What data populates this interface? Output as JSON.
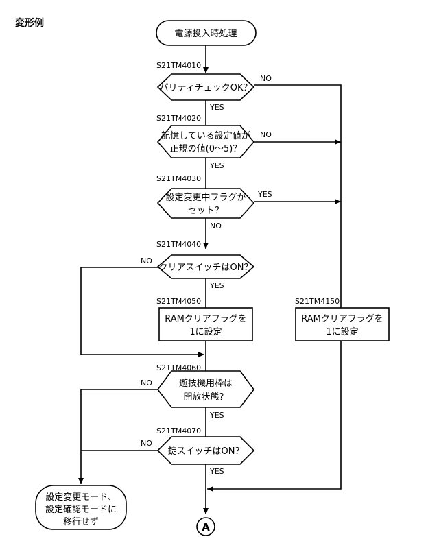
{
  "header": {
    "title": "変形例"
  },
  "nodes": {
    "start": "電源投入時処理",
    "parity": "パリティチェックOK？",
    "stored_l1": "記憶している設定値が",
    "stored_l2": "正規の値(0〜5)？",
    "flag_l1": "設定変更中フラグが",
    "flag_l2": "セット？",
    "clear": "クリアスイッチはON？",
    "ram1_l1": "RAMクリアフラグを",
    "ram1_l2": "1に設定",
    "frame_l1": "遊技機用枠は",
    "frame_l2": "開放状態？",
    "lock": "錠スイッチはON？",
    "ram2_l1": "RAMクリアフラグを",
    "ram2_l2": "1に設定",
    "mode_l1": "設定変更モード、",
    "mode_l2": "設定確認モードに",
    "mode_l3": "移行せず",
    "connector": "A"
  },
  "steps": {
    "s4010": "S21TM4010",
    "s4020": "S21TM4020",
    "s4030": "S21TM4030",
    "s4040": "S21TM4040",
    "s4050": "S21TM4050",
    "s4060": "S21TM4060",
    "s4070": "S21TM4070",
    "s4150": "S21TM4150"
  },
  "edges": {
    "parity_no": "NO",
    "parity_yes": "YES",
    "stored_no": "NO",
    "stored_yes": "YES",
    "flag_yes": "YES",
    "flag_no": "NO",
    "clear_no": "NO",
    "clear_yes": "YES",
    "frame_no": "NO",
    "frame_yes": "YES",
    "lock_no": "NO",
    "lock_yes": "YES"
  }
}
